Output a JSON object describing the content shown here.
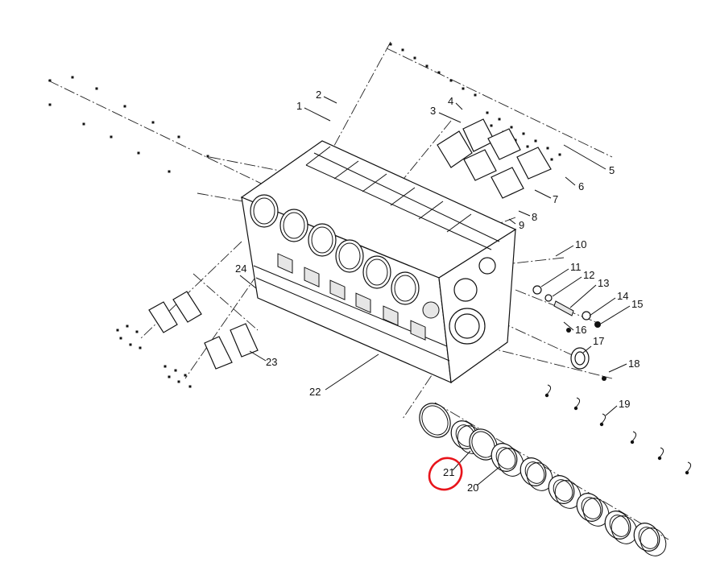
{
  "callouts": [
    {
      "id": "1",
      "text": "1"
    },
    {
      "id": "2",
      "text": "2"
    },
    {
      "id": "3",
      "text": "3"
    },
    {
      "id": "4",
      "text": "4"
    },
    {
      "id": "5",
      "text": "5"
    },
    {
      "id": "6",
      "text": "6"
    },
    {
      "id": "7",
      "text": "7"
    },
    {
      "id": "8",
      "text": "8"
    },
    {
      "id": "9",
      "text": "9"
    },
    {
      "id": "10",
      "text": "10"
    },
    {
      "id": "11",
      "text": "11"
    },
    {
      "id": "12",
      "text": "12"
    },
    {
      "id": "13",
      "text": "13"
    },
    {
      "id": "14",
      "text": "14"
    },
    {
      "id": "15",
      "text": "15"
    },
    {
      "id": "16",
      "text": "16"
    },
    {
      "id": "17",
      "text": "17"
    },
    {
      "id": "18",
      "text": "18"
    },
    {
      "id": "19",
      "text": "19"
    },
    {
      "id": "20",
      "text": "20"
    },
    {
      "id": "21",
      "text": "21"
    },
    {
      "id": "22",
      "text": "22"
    },
    {
      "id": "23",
      "text": "23"
    },
    {
      "id": "24",
      "text": "24"
    }
  ],
  "highlight": {
    "target": "21",
    "color": "#e8141b"
  },
  "colors": {
    "line": "#111111",
    "background": "#ffffff"
  }
}
